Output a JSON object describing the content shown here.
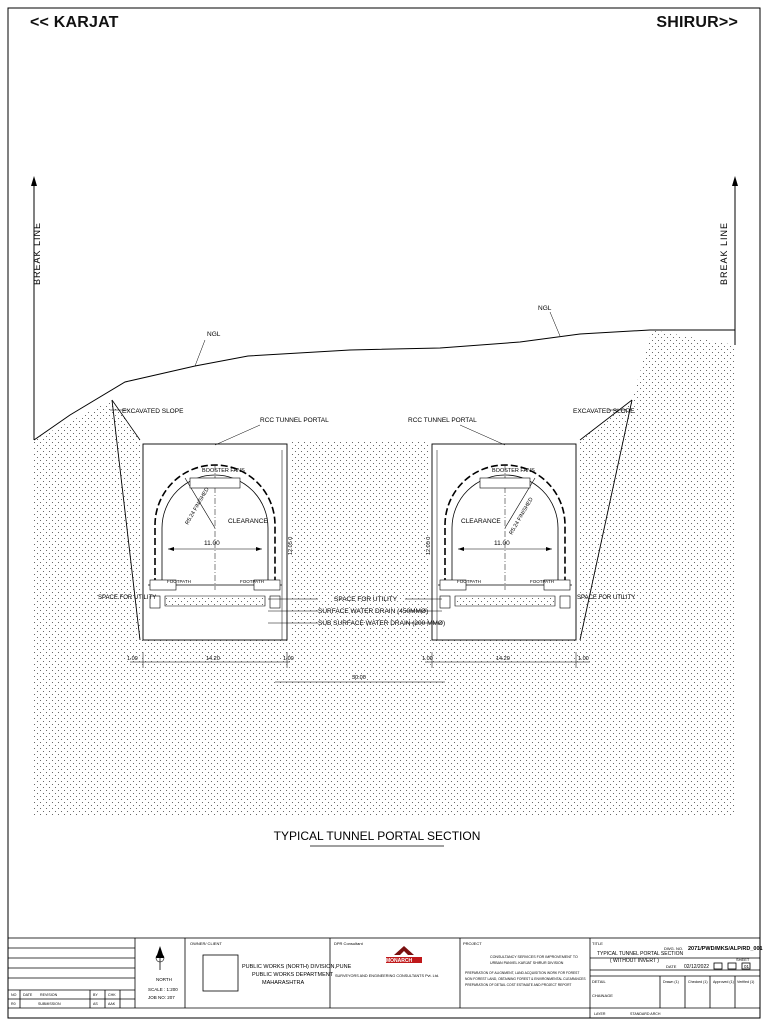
{
  "header": {
    "left_direction": "<< KARJAT",
    "right_direction": "SHIRUR>>"
  },
  "drawing": {
    "break_line_left": "BREAK LINE",
    "break_line_right": "BREAK LINE",
    "ngl_left": "NGL",
    "ngl_right": "NGL",
    "excavated_slope_left": "EXCAVATED SLOPE",
    "excavated_slope_right": "EXCAVATED SLOPE",
    "portal_left": "RCC TUNNEL PORTAL",
    "portal_right": "RCC TUNNEL PORTAL",
    "booster_fans_left": "BOOSTER FANS",
    "booster_fans_right": "BOOSTER FANS",
    "clearance_left": "CLEARANCE",
    "clearance_right": "CLEARANCE",
    "finished_left": "R5.24 FINISHED",
    "finished_right": "R5.24 FINISHED",
    "width_left": "11.00",
    "width_right": "11.00",
    "height_left": "12.05 0",
    "height_right": "12.05 0",
    "footpath": "FOOTPATH",
    "space_for_utility_left": "SPACE FOR UTILITY",
    "space_for_utility_right": "SPACE FOR UTILITY",
    "callout_utility": "SPACE FOR UTILITY",
    "callout_surface_drain": "SURFACE WATER DRAIN (450MMØ)",
    "callout_subsurface_drain": "SUB SURFACE WATER DRAIN (200 MMØ)",
    "dim_left_outer": "1.00",
    "dim_left_mid": "14.20",
    "dim_left_inner": "1.00",
    "dim_right_outer": "1.00",
    "dim_right_mid": "14.20",
    "dim_right_inner": "1.00",
    "dim_center": "30.00",
    "section_title": "TYPICAL TUNNEL PORTAL SECTION"
  },
  "title_block": {
    "north_label": "NORTH",
    "scale": "SCALE : 1:200",
    "job_no": "JOB NO: 207",
    "owner_header": "OWNER/ CLIENT",
    "owner_line1": "PUBLIC WORKS (NORTH) DIVISION,PUNE",
    "owner_line2": "PUBLIC WORKS DEPARTMENT",
    "owner_line3": "MAHARASHTRA",
    "dpr_header": "DPR Consultant",
    "consultant_name": "MONARCH",
    "consultant_line1": "SURVEYORS AND ENGINEERING CONSULTANTS Pvt. Ltd.",
    "project_header": "PROJECT",
    "project_line1": "CONSULTANCY SERVICES FOR IMPROVEMENT TO",
    "project_line2": "URBAN PANVEL KARJAT SHIRUR DIVISION",
    "project_line3": "PREPARATION OF ALIGNMENT, LAND ACQUISITION WORK FOR FOREST",
    "project_line4": "NON FOREST LAND, OBTAINING FOREST & ENVIRONMENTAL CLEARANCES",
    "project_line5": "PREPARATION OF DETAIL COST ESTIMATE AND PROJECT REPORT",
    "title_header": "TITLE",
    "title_line1": "TYPICAL TUNNEL PORTAL SECTION",
    "title_line2": "( WITHOUT INVERT )",
    "dwg_no_label": "DWG. NO.",
    "dwg_no": "2071/PWD/MKS/ALP/RD_001",
    "date_label": "DATE",
    "date": "02/12/2022",
    "sheet_label": "SHEET",
    "sheet_no": "01",
    "detail_label": "DETAIL",
    "chainage_label": "CHAINAGE",
    "sign_drawn": "Drawn (1)",
    "sign_checked": "Checked (1)",
    "sign_approved": "Approved (1)",
    "sign_verified": "Verified (1)",
    "rev_header_no": "NO",
    "rev_header_date": "DATE",
    "rev_header_desc": "REVISION",
    "rev_header_by": "BY",
    "rev_header_chk": "CHK",
    "rev_row_no": "R0",
    "rev_row_desc": "SUBMISSION",
    "rev_row_by": "AS",
    "rev_row_chk": "AAK",
    "footer_left": "LAYER",
    "footer_right": "STANDARD ARCH"
  }
}
